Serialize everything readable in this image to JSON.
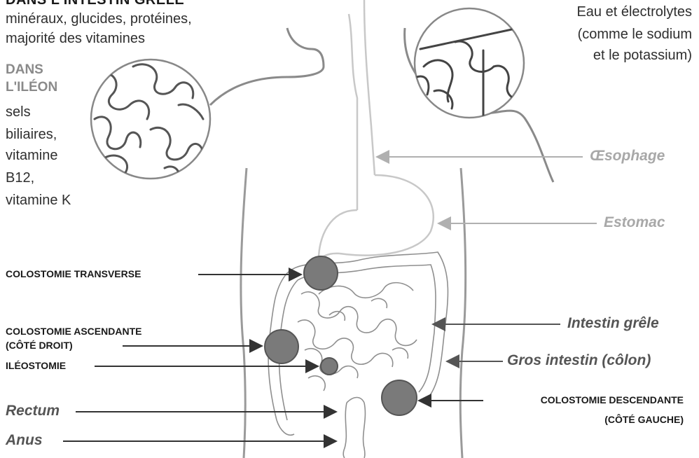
{
  "top_left": {
    "heading": "DANS L'INTESTIN GRÊLE",
    "line1": "minéraux, glucides, protéines,",
    "line2": "majorité des vitamines"
  },
  "ileon": {
    "heading1": "DANS",
    "heading2": "L'ILÉON",
    "lines": [
      "sels",
      "biliaires,",
      "vitamine",
      "B12,",
      "vitamine K"
    ]
  },
  "top_right": {
    "line1": "Eau et électrolytes",
    "line2": "(comme le sodium",
    "line3": "et le potassium)"
  },
  "organs": {
    "oesophage": "Œsophage",
    "estomac": "Estomac",
    "intestin_grele": "Intestin grêle",
    "gros_intestin": "Gros intestin (côlon)",
    "rectum": "Rectum",
    "anus": "Anus"
  },
  "stomies": {
    "transverse": "COLOSTOMIE TRANSVERSE",
    "ascendante1": "COLOSTOMIE ASCENDANTE",
    "ascendante2": "(CÔTÉ DROIT)",
    "ileostomie": "ILÉOSTOMIE",
    "descendante1": "COLOSTOMIE DESCENDANTE",
    "descendante2": "(CÔTÉ GAUCHE)"
  },
  "colors": {
    "stoma": "#7a7a7a",
    "organ_label_light": "#a8a8a8",
    "organ_label_dark": "#555555",
    "arrow_dark": "#333333",
    "arrow_light": "#b0b0b0"
  }
}
